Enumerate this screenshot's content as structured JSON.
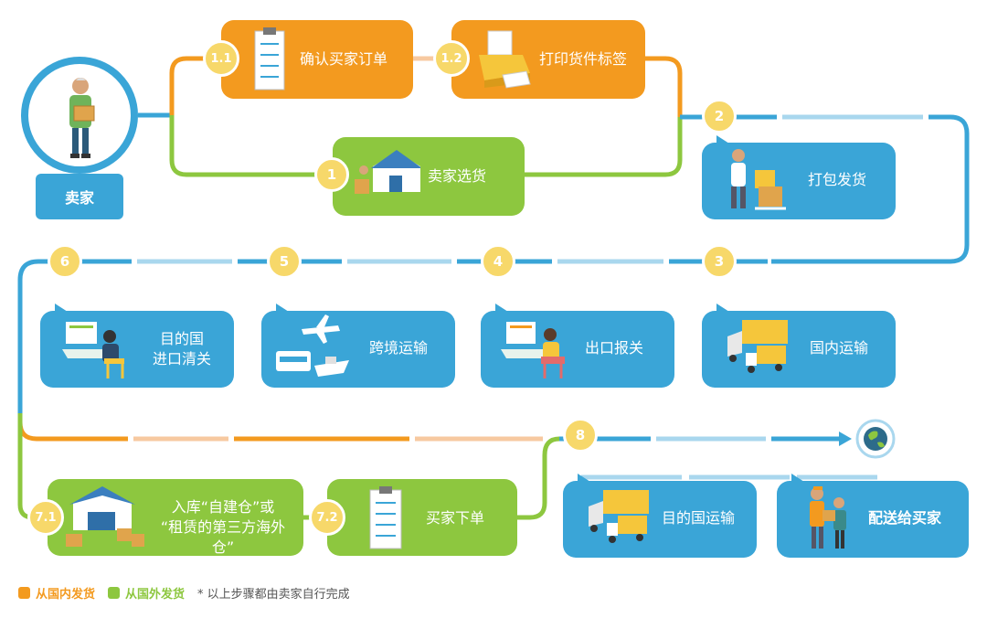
{
  "seller": {
    "label": "卖家"
  },
  "steps": {
    "s1_1": {
      "num": "1.1",
      "label": "确认买家订单"
    },
    "s1_2": {
      "num": "1.2",
      "label": "打印货件标签"
    },
    "s1": {
      "num": "1",
      "label": "卖家选货"
    },
    "s2": {
      "num": "2",
      "label": "打包发货"
    },
    "s3": {
      "num": "3",
      "label": "国内运输"
    },
    "s4": {
      "num": "4",
      "label": "出口报关"
    },
    "s5": {
      "num": "5",
      "label": "跨境运输"
    },
    "s6": {
      "num": "6",
      "label_line1": "目的国",
      "label_line2": "进口清关"
    },
    "s7_1": {
      "num": "7.1",
      "label_line1": "入库“自建仓”或",
      "label_line2": "“租赁的第三方海外仓”"
    },
    "s7_2": {
      "num": "7.2",
      "label": "买家下单"
    },
    "s8": {
      "num": "8",
      "label": "目的国运输"
    },
    "s9": {
      "label": "配送给买家"
    }
  },
  "legend": {
    "domestic": "从国内发货",
    "overseas": "从国外发货",
    "note": "* 以上步骤都由卖家自行完成"
  },
  "colors": {
    "orange": "#f39a1f",
    "green": "#8dc73f",
    "blue": "#3aa5d7",
    "badge": "#f7d86a"
  },
  "icons": [
    "seller-figure-icon",
    "order-form-icon",
    "printer-icon",
    "warehouse-icon",
    "packing-icon",
    "truck-icon",
    "customs-desk-icon",
    "plane-ship-icon",
    "clearance-desk-icon",
    "overseas-warehouse-icon",
    "order-clipboard-icon",
    "destination-truck-icon",
    "delivery-person-icon",
    "globe-icon"
  ]
}
